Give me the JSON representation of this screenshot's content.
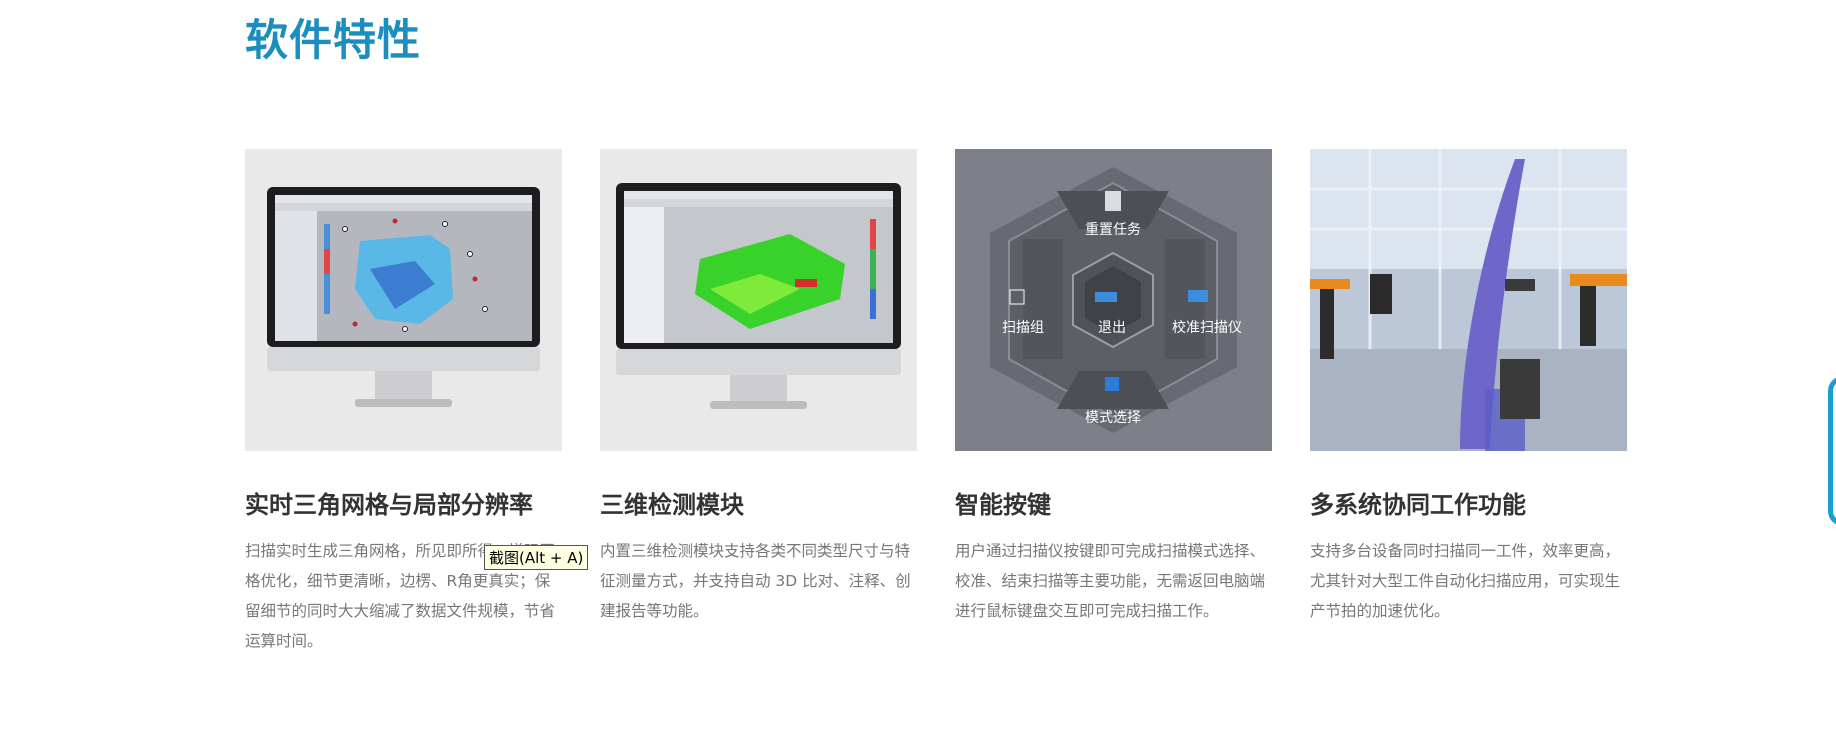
{
  "section": {
    "title": "软件特性"
  },
  "cards": [
    {
      "title": "实时三角网格与局部分辨率",
      "desc": "扫描实时生成三角网格，所见即所得，增强网格优化，细节更清晰，边楞、R角更真实；保留细节的同时大大缩减了数据文件规模，节省运算时间。"
    },
    {
      "title": "三维检测模块",
      "desc": "内置三维检测模块支持各类不同类型尺寸与特征测量方式，并支持自动 3D 比对、注释、创建报告等功能。"
    },
    {
      "title": "智能按键",
      "desc": "用户通过扫描仪按键即可完成扫描模式选择、校准、结束扫描等主要功能，无需返回电脑端进行鼠标键盘交互即可完成扫描工作。",
      "buttons": {
        "top": "重置任务",
        "left": "扫描组",
        "center": "退出",
        "right": "校准扫描仪",
        "bottom": "模式选择"
      }
    },
    {
      "title": "多系统协同工作功能",
      "desc": "支持多台设备同时扫描同一工件，效率更高，尤其针对大型工件自动化扫描应用，可实现生产节拍的加速优化。"
    }
  ],
  "tooltip": {
    "text": "截图(Alt + A)"
  },
  "colors": {
    "accent": "#1a8fbf",
    "heading": "#333333",
    "body_text": "#777777"
  }
}
